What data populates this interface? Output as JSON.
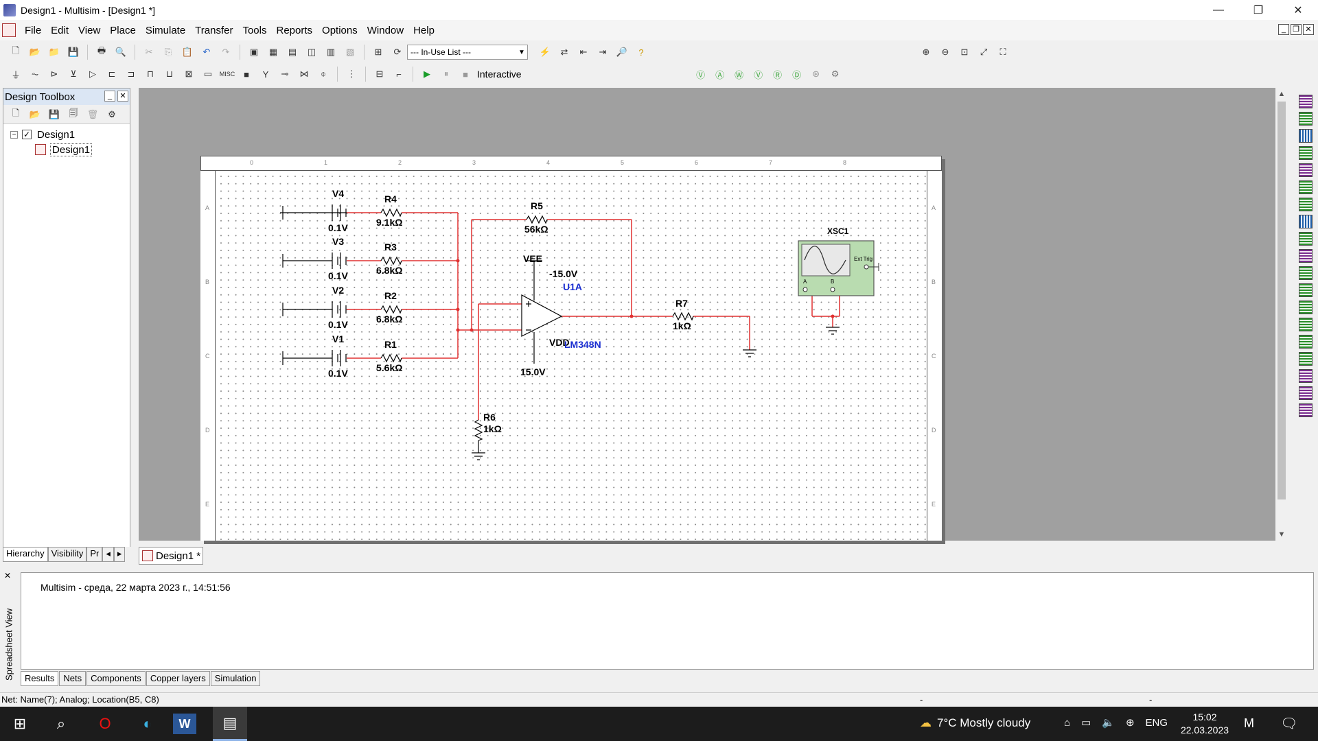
{
  "window": {
    "title": "Design1 - Multisim - [Design1 *]",
    "minimize": "—",
    "restore": "❐",
    "close": "✕"
  },
  "menu": [
    "File",
    "Edit",
    "View",
    "Place",
    "Simulate",
    "Transfer",
    "Tools",
    "Reports",
    "Options",
    "Window",
    "Help"
  ],
  "toolbar": {
    "in_use_list": "--- In-Use List ---",
    "interactive": "Interactive"
  },
  "toolbox": {
    "title": "Design Toolbox",
    "tree_root": "Design1",
    "tree_child": "Design1",
    "tabs": [
      "Hierarchy",
      "Visibility",
      "Pr"
    ]
  },
  "doc_tab": "Design1 *",
  "schematic": {
    "sources": [
      {
        "name": "V4",
        "value": "0.1V"
      },
      {
        "name": "V3",
        "value": "0.1V"
      },
      {
        "name": "V2",
        "value": "0.1V"
      },
      {
        "name": "V1",
        "value": "0.1V"
      }
    ],
    "resistors_in": [
      {
        "name": "R4",
        "value": "9.1kΩ"
      },
      {
        "name": "R3",
        "value": "6.8kΩ"
      },
      {
        "name": "R2",
        "value": "6.8kΩ"
      },
      {
        "name": "R1",
        "value": "5.6kΩ"
      }
    ],
    "r5": {
      "name": "R5",
      "value": "56kΩ"
    },
    "r6": {
      "name": "R6",
      "value": "1kΩ"
    },
    "r7": {
      "name": "R7",
      "value": "1kΩ"
    },
    "vee": {
      "name": "VEE",
      "value": "-15.0V"
    },
    "vdd": {
      "name": "VDD",
      "value": "15.0V"
    },
    "opamp": {
      "ref": "U1A",
      "part": "LM348N"
    },
    "scope": {
      "name": "XSC1",
      "ext_trig": "Ext Trig",
      "ch_a": "A",
      "ch_b": "B"
    },
    "ruler_cols": [
      "0",
      "1",
      "2",
      "3",
      "4",
      "5",
      "6",
      "7",
      "8"
    ],
    "ruler_rows": [
      "A",
      "B",
      "C",
      "D",
      "E"
    ]
  },
  "spreadsheet": {
    "label": "Spreadsheet View",
    "log": "Multisim  -  среда, 22 марта 2023 г., 14:51:56",
    "tabs": [
      "Results",
      "Nets",
      "Components",
      "Copper layers",
      "Simulation"
    ]
  },
  "status": {
    "text": "Net: Name(7); Analog; Location(B5, C8)",
    "dash1": "-",
    "dash2": "-"
  },
  "taskbar": {
    "weather": "7°C  Mostly cloudy",
    "lang": "ENG",
    "time": "15:02",
    "date": "22.03.2023"
  },
  "colors": {
    "wire": "#e03030",
    "label_blue": "#1b2fd1",
    "scope_fill": "#b9dcb0"
  }
}
